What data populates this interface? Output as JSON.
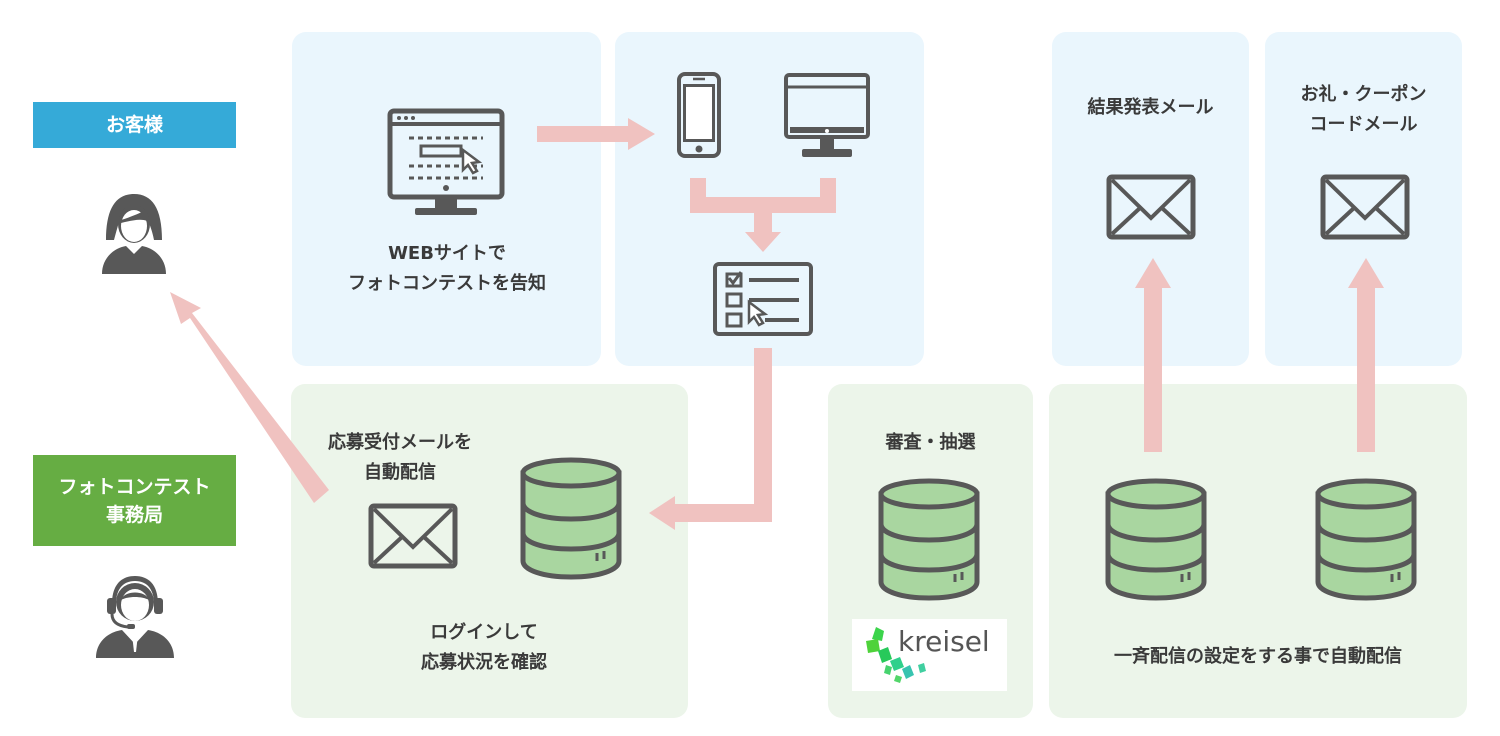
{
  "roles": {
    "customer": "お客様",
    "office": "フォトコンテスト\n事務局"
  },
  "labels": {
    "web_notice": "WEBサイトで\nフォトコンテストを告知",
    "auto_mail": "応募受付メールを\n自動配信",
    "login_check": "ログインして\n応募状況を確認",
    "review": "審査・抽選",
    "result_mail": "結果発表メール",
    "thanks_mail": "お礼・クーポン\nコードメール",
    "bulk_send": "一斉配信の設定をする事で自動配信"
  },
  "logo": {
    "text": "kreisel"
  },
  "colors": {
    "customer_role": "#35aad8",
    "office_role": "#66ad43",
    "panel_blue": "#eaf6fd",
    "panel_green": "#ecf5ea",
    "arrow": "#f0c2c0",
    "icon": "#585858",
    "database": "#a9d6a0"
  },
  "icons": [
    "customer-person-icon",
    "operator-headset-icon",
    "monitor-web-icon",
    "smartphone-icon",
    "desktop-icon",
    "form-checklist-icon",
    "mail-icon",
    "database-icon"
  ]
}
